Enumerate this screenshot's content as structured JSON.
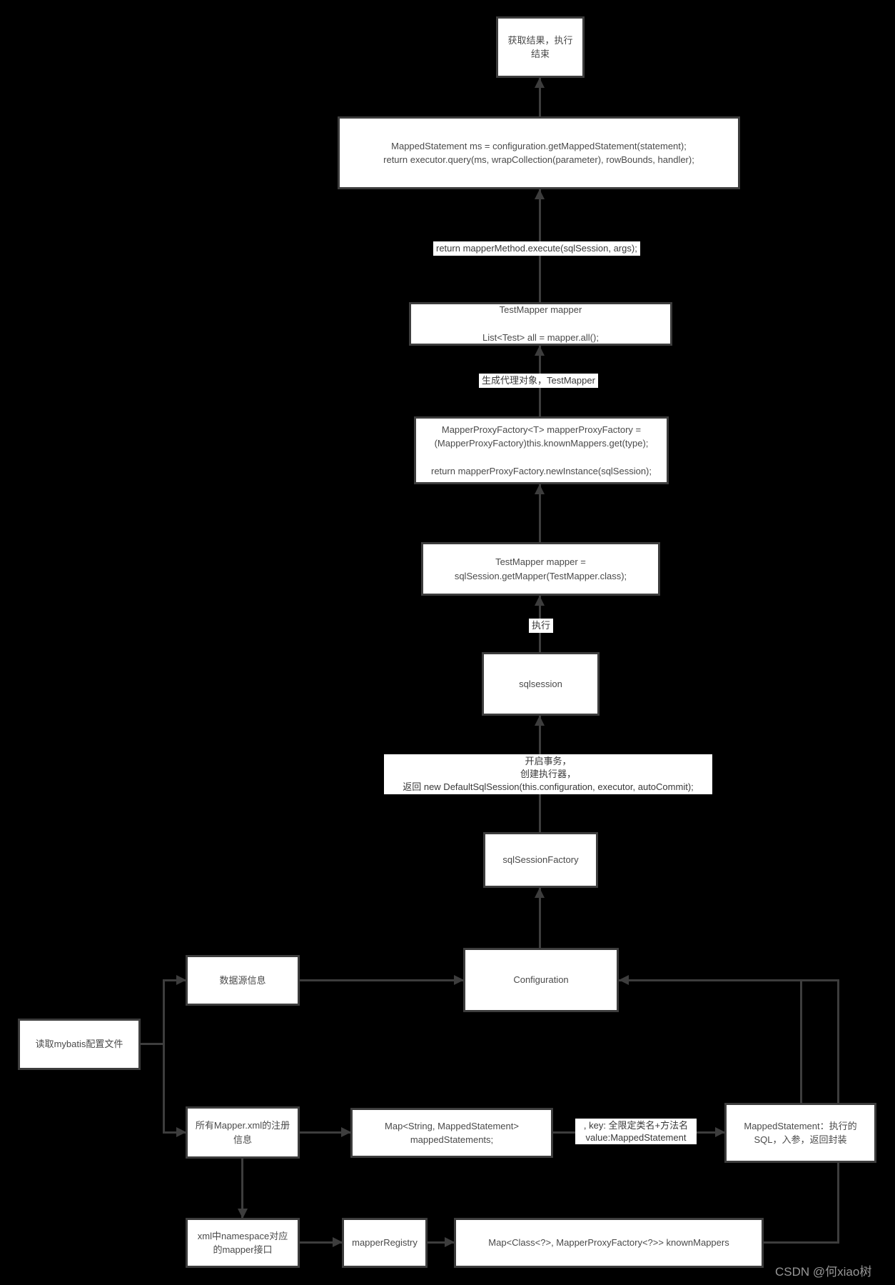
{
  "colors": {
    "background": "#000000",
    "box_fill": "#ffffff",
    "box_border": "#3d3d3d",
    "line": "#3d3d3d",
    "box_text": "#4a4a4a",
    "label_bg": "#ffffff",
    "watermark": "#979797"
  },
  "nodes": {
    "result": {
      "text": "获取结果，执行\n结束"
    },
    "query": {
      "text": "MappedStatement ms = configuration.getMappedStatement(statement);\nreturn executor.query(ms, wrapCollection(parameter), rowBounds, handler);"
    },
    "testmapper_call": {
      "text": "TestMapper mapper\n\nList<Test> all = mapper.all();"
    },
    "proxy_factory": {
      "text": "MapperProxyFactory<T> mapperProxyFactory =\n(MapperProxyFactory)this.knownMappers.get(type);\n\nreturn mapperProxyFactory.newInstance(sqlSession);"
    },
    "get_mapper": {
      "text": "TestMapper mapper =\nsqlSession.getMapper(TestMapper.class);"
    },
    "sqlsession": {
      "text": "sqlsession"
    },
    "sqlsession_factory": {
      "text": "sqlSessionFactory"
    },
    "configuration": {
      "text": "Configuration"
    },
    "datasource": {
      "text": "数据源信息"
    },
    "read_config": {
      "text": "读取mybatis配置文件"
    },
    "mapper_xml_registry": {
      "text": "所有Mapper.xml的注册\n信息"
    },
    "mapped_statements": {
      "text": "Map<String, MappedStatement>\nmappedStatements;"
    },
    "mapped_statement_detail": {
      "text": "MappedStatement：执行的\nSQL，入参，返回封装"
    },
    "xml_namespace": {
      "text": "xml中namespace对应\n的mapper接口"
    },
    "mapper_registry": {
      "text": "mapperRegistry"
    },
    "known_mappers": {
      "text": "Map<Class<?>, MapperProxyFactory<?>> knownMappers"
    }
  },
  "edge_labels": {
    "execute_return": {
      "text": "return mapperMethod.execute(sqlSession, args);"
    },
    "gen_proxy": {
      "text": "生成代理对象，TestMapper"
    },
    "zhixing": {
      "text": "执行"
    },
    "open_tx": {
      "text": "开启事务，\n创建执行器，\n返回 new DefaultSqlSession(this.configuration, executor, autoCommit);"
    },
    "map_kv": {
      "text": ", key: 全限定类名+方法名\nvalue:MappedStatement"
    }
  },
  "watermark": {
    "text": "CSDN @何xiao树"
  }
}
